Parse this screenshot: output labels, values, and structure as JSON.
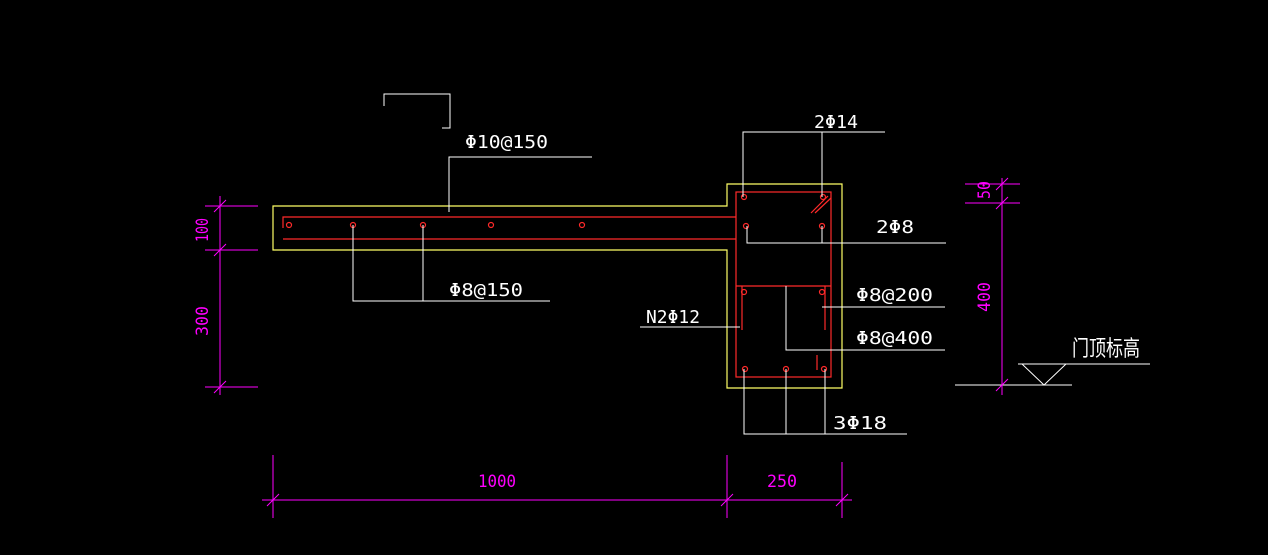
{
  "colors": {
    "background": "#000000",
    "concrete": "#ffff66",
    "rebar": "#ff2a2a",
    "leader": "#ffffff",
    "dimension": "#ff00ff"
  },
  "labels": {
    "top_bar": "Φ10@150",
    "corner_bars": "2Φ14",
    "middle_bars": "2Φ8",
    "slab_distribution": "Φ8@150",
    "stirrup": "Φ8@200",
    "waist_bar": "N2Φ12",
    "tie_bar": "Φ8@400",
    "bottom_bars": "3Φ18",
    "elevation_mark": "门顶标高"
  },
  "dimensions": {
    "slab_thickness": "100",
    "drop_height": "300",
    "beam_top_step": "50",
    "beam_height": "400",
    "canopy_length": "1000",
    "beam_width": "250"
  }
}
